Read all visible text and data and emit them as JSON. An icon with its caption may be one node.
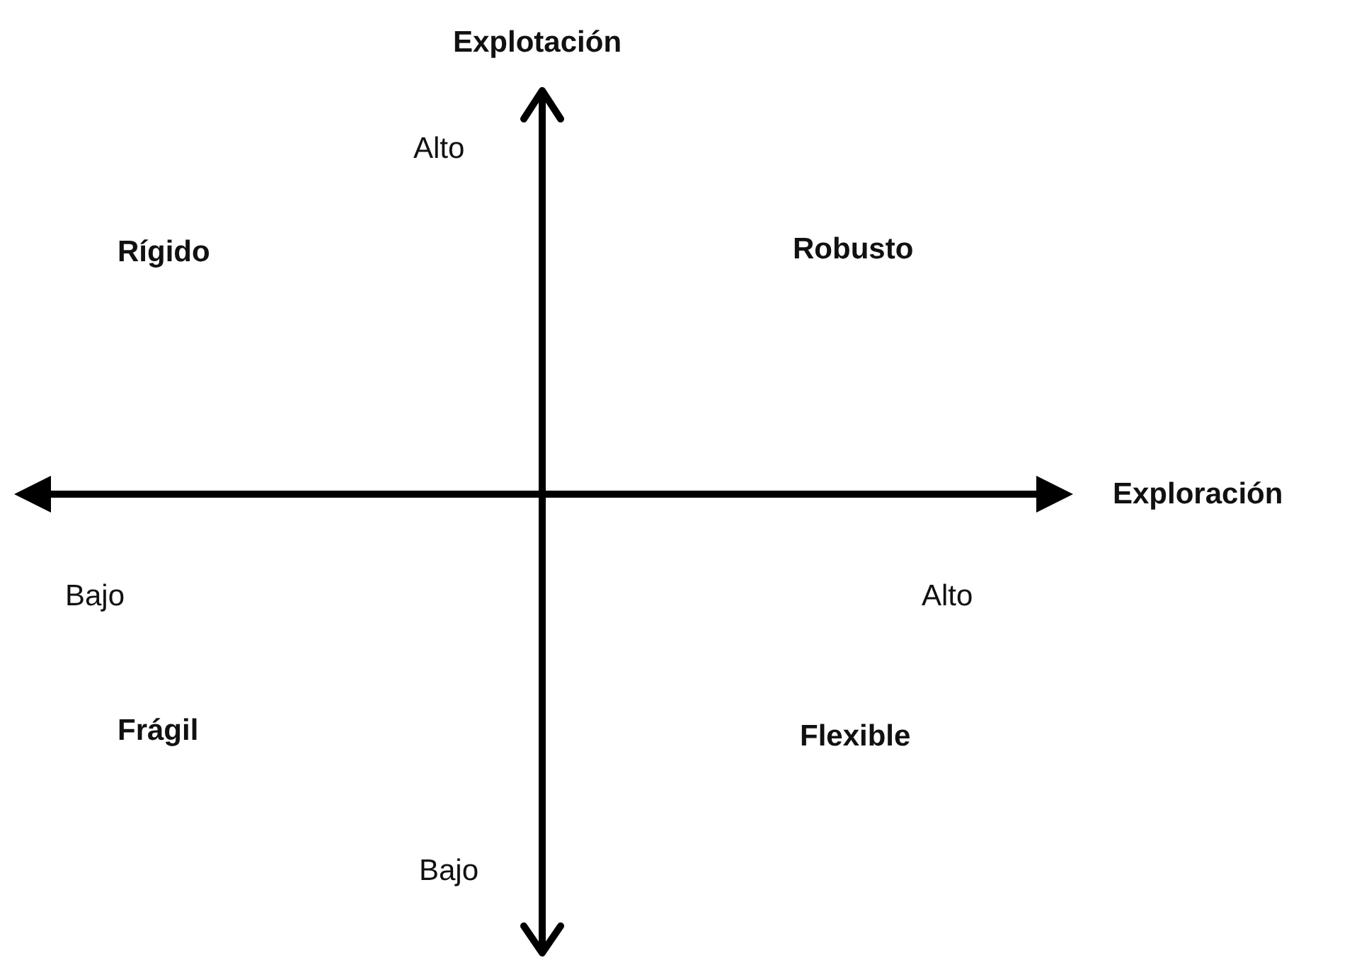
{
  "diagram": {
    "labels": [
      "Explotación",
      "Alto",
      "Rígido",
      "Robusto",
      "Exploración",
      "Bajo",
      "Alto",
      "Frágil",
      "Flexible",
      "Bajo"
    ]
  }
}
